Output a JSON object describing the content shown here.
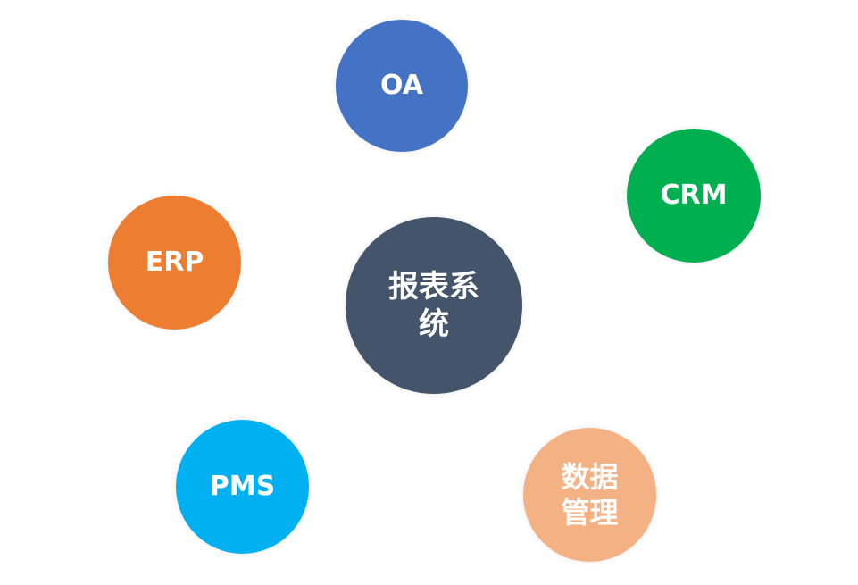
{
  "diagram": {
    "center": {
      "label": "报表系\n统",
      "color": "#44546A"
    },
    "nodes": {
      "oa": {
        "label": "OA",
        "color": "#4472C4"
      },
      "crm": {
        "label": "CRM",
        "color": "#00B050"
      },
      "erp": {
        "label": "ERP",
        "color": "#ED7D31"
      },
      "pms": {
        "label": "PMS",
        "color": "#00B0F0"
      },
      "data": {
        "label": "数据\n管理",
        "color": "#F4B183"
      }
    }
  }
}
